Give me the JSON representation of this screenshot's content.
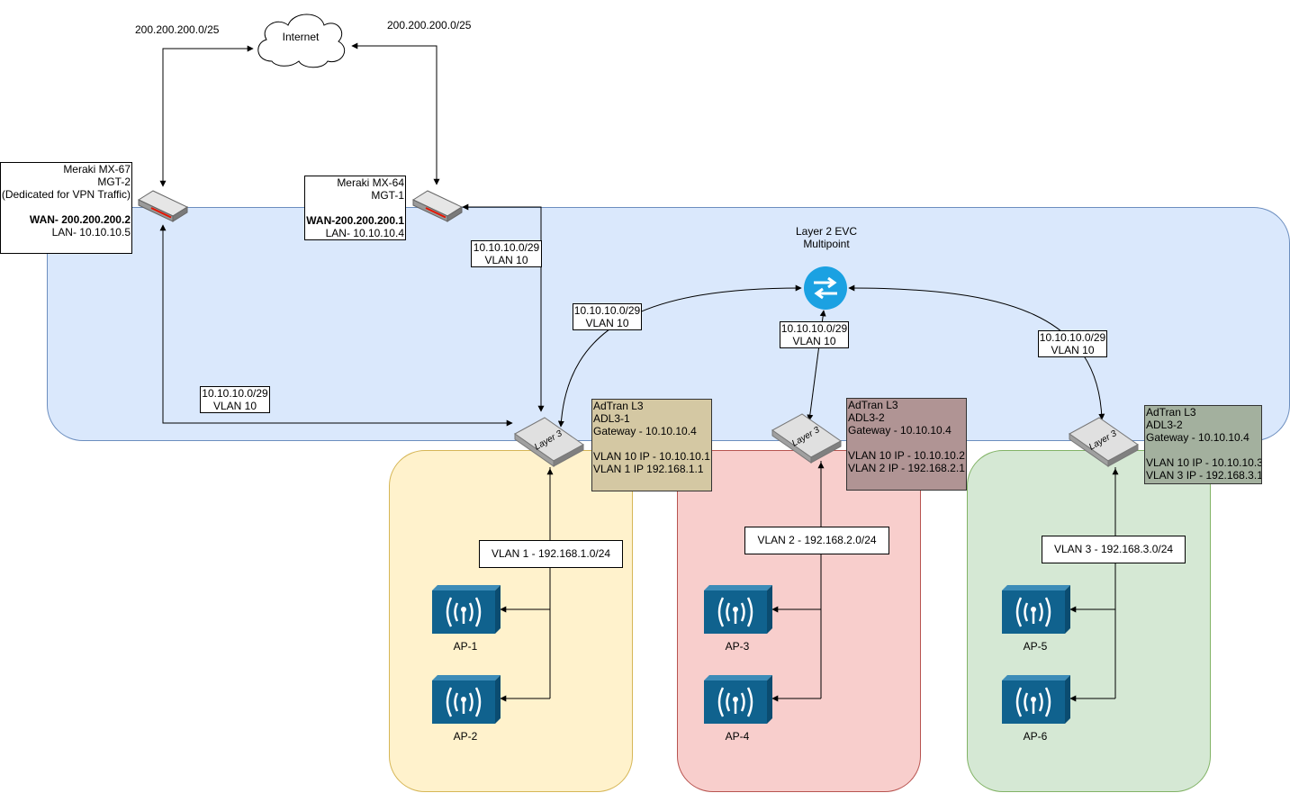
{
  "colors": {
    "evc_fill": "#dae8fc",
    "evc_stroke": "#6c8ebf",
    "site1_fill": "#fff2cc",
    "site1_stroke": "#d6b656",
    "site2_fill": "#f8cecc",
    "site2_stroke": "#b85450",
    "site3_fill": "#d5e8d4",
    "site3_stroke": "#82b366",
    "adl3_1_fill": "#d4c8a3",
    "adl3_2_fill": "#b09494",
    "adl3_3_fill": "#a3b09e",
    "ap_blue": "#10628e",
    "evc_switch_blue": "#1ba1e2"
  },
  "internet": {
    "label": "Internet",
    "icon": "cloud-icon"
  },
  "wan_subnets": {
    "left": "200.200.200.0/25",
    "right": "200.200.200.0/25"
  },
  "evc": {
    "title": "Layer 2 EVC",
    "subtitle": "Multipoint",
    "icon": "evc-switch-icon"
  },
  "routers": {
    "mx67": {
      "icon": "firewall-appliance-icon",
      "lines": [
        "Meraki MX-67",
        "MGT-2",
        "(Dedicated for VPN Traffic)",
        "",
        "WAN- 200.200.200.2",
        "LAN- 10.10.10.5"
      ]
    },
    "mx64": {
      "icon": "firewall-appliance-icon",
      "lines": [
        "Meraki MX-64",
        "MGT-1",
        "",
        "WAN-200.200.200.1",
        "LAN- 10.10.10.4"
      ]
    }
  },
  "link_labels": {
    "mx64_link": [
      "10.10.10.0/29",
      "VLAN 10"
    ],
    "mx67_link": [
      "10.10.10.0/29",
      "VLAN 10"
    ],
    "adl3_1_link": [
      "10.10.10.0/29",
      "VLAN 10"
    ],
    "adl3_2_link": [
      "10.10.10.0/29",
      "VLAN 10"
    ],
    "adl3_3_link": [
      "10.10.10.0/29",
      "VLAN 10"
    ]
  },
  "switches": [
    {
      "icon_label": "Layer 3",
      "info": [
        "AdTran L3",
        "ADL3-1",
        "Gateway - 10.10.10.4",
        "",
        "VLAN 10 IP - 10.10.10.1",
        "VLAN 1 IP 192.168.1.1"
      ]
    },
    {
      "icon_label": "Layer 3",
      "info": [
        "AdTran L3",
        "ADL3-2",
        "Gateway - 10.10.10.4",
        "",
        "VLAN 10 IP - 10.10.10.2",
        "VLAN 2 IP -  192.168.2.1"
      ]
    },
    {
      "icon_label": "Layer 3",
      "info": [
        "AdTran L3",
        "ADL3-2",
        "Gateway - 10.10.10.4",
        "",
        "VLAN 10 IP - 10.10.10.3",
        "VLAN 3 IP - 192.168.3.1"
      ]
    }
  ],
  "sites": [
    {
      "vlan": "VLAN 1 - 192.168.1.0/24",
      "aps": [
        "AP-1",
        "AP-2"
      ]
    },
    {
      "vlan": "VLAN 2 - 192.168.2.0/24",
      "aps": [
        "AP-3",
        "AP-4"
      ]
    },
    {
      "vlan": "VLAN 3 - 192.168.3.0/24",
      "aps": [
        "AP-5",
        "AP-6"
      ]
    }
  ]
}
